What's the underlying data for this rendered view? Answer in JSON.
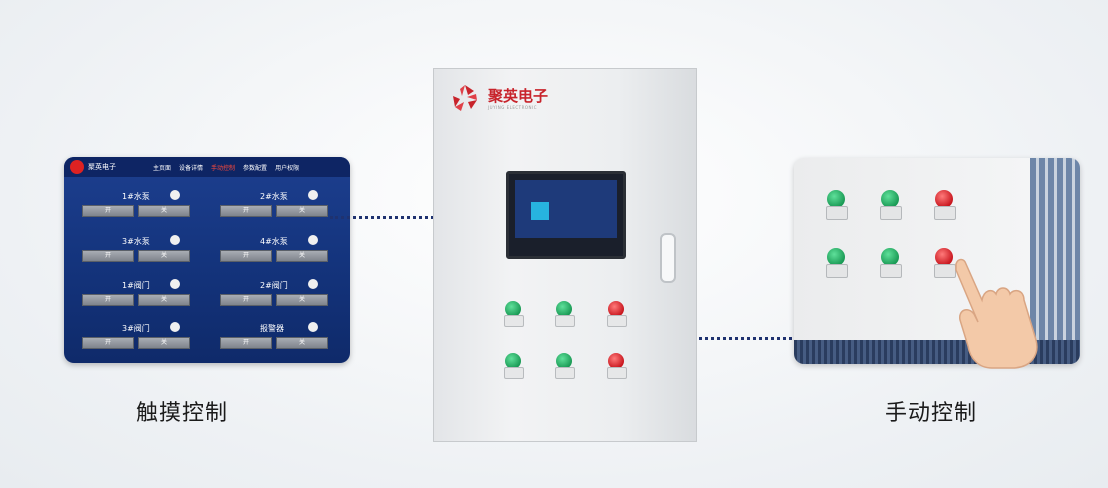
{
  "touch_panel": {
    "brand": "聚英电子",
    "nav": [
      "主页面",
      "设备详情",
      "手动控制",
      "参数配置",
      "用户权限"
    ],
    "active_nav_index": 2,
    "devices": [
      {
        "label": "1#水泵",
        "open": "开",
        "close": "关"
      },
      {
        "label": "2#水泵",
        "open": "开",
        "close": "关"
      },
      {
        "label": "3#水泵",
        "open": "开",
        "close": "关"
      },
      {
        "label": "4#水泵",
        "open": "开",
        "close": "关"
      },
      {
        "label": "1#阀门",
        "open": "开",
        "close": "关"
      },
      {
        "label": "2#阀门",
        "open": "开",
        "close": "关"
      },
      {
        "label": "3#阀门",
        "open": "开",
        "close": "关"
      },
      {
        "label": "报警器",
        "open": "开",
        "close": "关"
      }
    ],
    "caption": "触摸控制"
  },
  "cabinet": {
    "brand": "聚英电子",
    "brand_sub": "JUYING ELECTRONIC",
    "lamps": [
      "green",
      "green",
      "red",
      "green",
      "green",
      "red"
    ]
  },
  "manual_panel": {
    "lamps": [
      "green",
      "green",
      "red",
      "green",
      "green",
      "red"
    ],
    "caption": "手动控制"
  },
  "colors": {
    "connector": "#1f3270",
    "brand_red": "#c8232b",
    "panel_blue": "#14347d"
  }
}
